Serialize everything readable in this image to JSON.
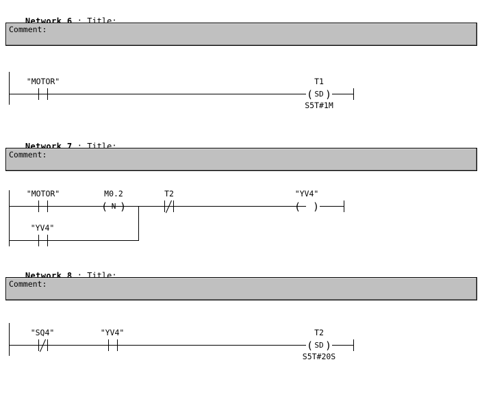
{
  "document": {
    "language": "LAD",
    "background_color": "#ffffff",
    "comment_box_color": "#c0c0c0"
  },
  "networks": [
    {
      "id": "network-6",
      "keyword": "Network",
      "number": "6",
      "separator": " : ",
      "title": "Title:",
      "comment": "Comment:",
      "rung": {
        "elements": [
          {
            "kind": "contact-no",
            "label": "\"MOTOR\""
          },
          {
            "kind": "coil-timer",
            "label": "T1",
            "coil_text": "(SD)",
            "coil_letter": "SD",
            "value": "S5T#1M"
          }
        ]
      }
    },
    {
      "id": "network-7",
      "keyword": "Network",
      "number": "7",
      "separator": " : ",
      "title": "Title:",
      "comment": "Comment:",
      "rung": {
        "elements": [
          {
            "kind": "contact-no",
            "label": "\"MOTOR\""
          },
          {
            "kind": "coil-edge",
            "label": "M0.2",
            "coil_text": "(N)",
            "coil_letter": "N"
          },
          {
            "kind": "branch-contact-no",
            "label": "\"YV4\""
          },
          {
            "kind": "contact-nc",
            "label": "T2"
          },
          {
            "kind": "coil-output",
            "label": "\"YV4\"",
            "coil_text": "( )",
            "coil_letter": ""
          }
        ]
      }
    },
    {
      "id": "network-8",
      "keyword": "Network",
      "number": "8",
      "separator": " : ",
      "title": "Title:",
      "comment": "Comment:",
      "rung": {
        "elements": [
          {
            "kind": "contact-nc",
            "label": "\"SQ4\""
          },
          {
            "kind": "contact-no",
            "label": "\"YV4\""
          },
          {
            "kind": "coil-timer",
            "label": "T2",
            "coil_text": "(SD)",
            "coil_letter": "SD",
            "value": "S5T#20S"
          }
        ]
      }
    }
  ]
}
